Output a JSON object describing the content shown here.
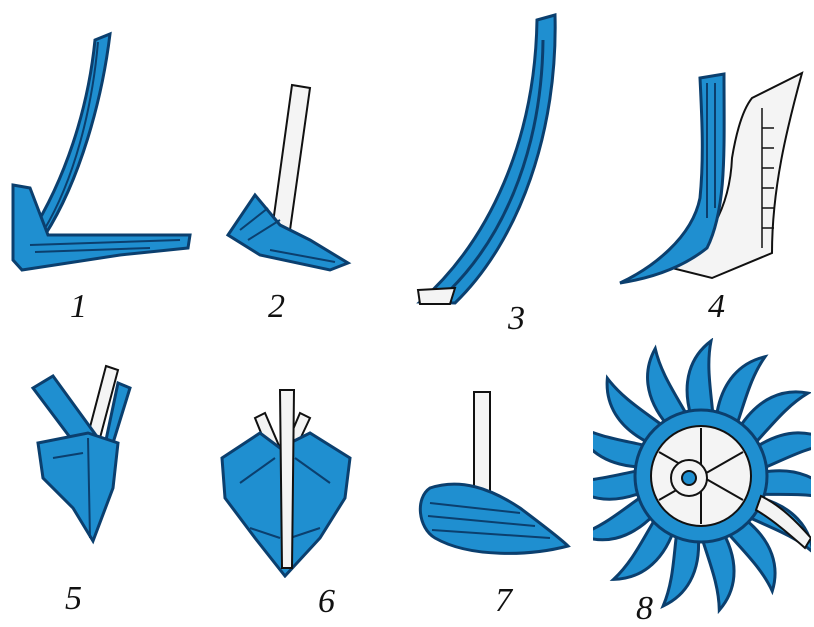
{
  "colors": {
    "blade_blue": "#1f8fd0",
    "blade_dark": "#0b3f6e",
    "stem_white": "#f4f4f4",
    "ink": "#111111"
  },
  "labels": {
    "fig1": "1",
    "fig2": "2",
    "fig3": "3",
    "fig4": "4",
    "fig5": "5",
    "fig6": "6",
    "fig7": "7",
    "fig8": "8"
  }
}
